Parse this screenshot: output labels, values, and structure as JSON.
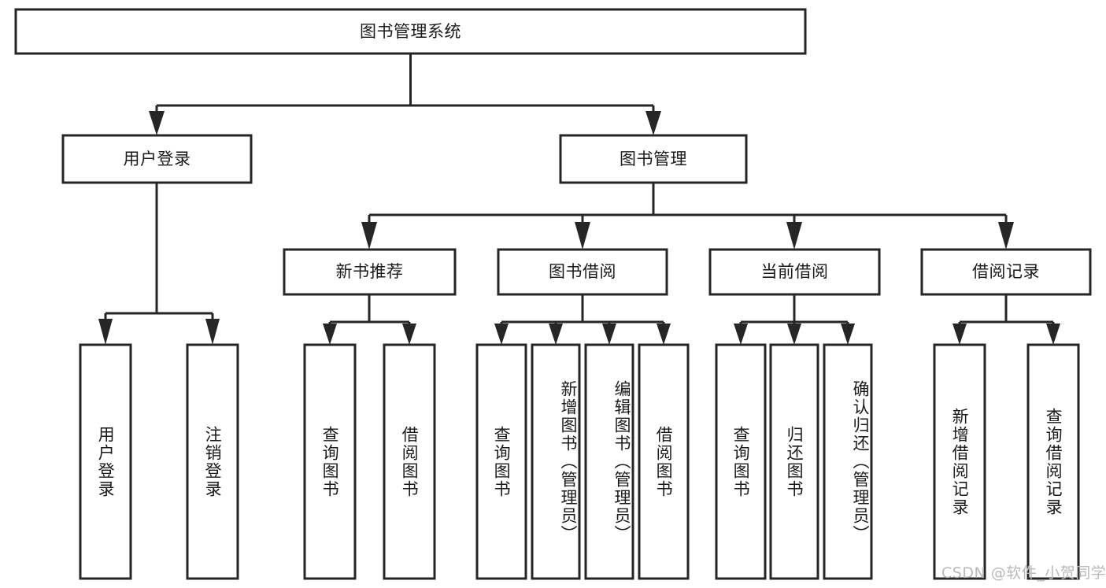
{
  "diagram": {
    "title": "图书管理系统",
    "watermark": "CSDN @软件_小贺同学",
    "colors": {
      "box_stroke": "#262626",
      "box_fill": "#ffffff",
      "text": "#1a1a1a",
      "watermark": "#b9b9b9",
      "background": "#ffffff"
    },
    "levels": {
      "root": {
        "label": "图书管理系统"
      },
      "level2": [
        {
          "id": "user-login",
          "label": "用户登录"
        },
        {
          "id": "book-management",
          "label": "图书管理"
        }
      ],
      "level3": [
        {
          "id": "new-book-recommend",
          "label": "新书推荐"
        },
        {
          "id": "book-borrow",
          "label": "图书借阅"
        },
        {
          "id": "current-borrow",
          "label": "当前借阅"
        },
        {
          "id": "borrow-record",
          "label": "借阅记录"
        }
      ],
      "leaves": {
        "user-login": [
          {
            "id": "leaf-user-login",
            "label": "用户登录"
          },
          {
            "id": "leaf-logout-login",
            "label": "注销登录"
          }
        ],
        "new-book-recommend": [
          {
            "id": "leaf-query-book-1",
            "label": "查询图书"
          },
          {
            "id": "leaf-borrow-book-1",
            "label": "借阅图书"
          }
        ],
        "book-borrow": [
          {
            "id": "leaf-query-book-2",
            "label": "查询图书"
          },
          {
            "id": "leaf-add-book",
            "label": "新增图书（管理员）"
          },
          {
            "id": "leaf-edit-book",
            "label": "编辑图书（管理员）"
          },
          {
            "id": "leaf-borrow-book-2",
            "label": "借阅图书"
          }
        ],
        "current-borrow": [
          {
            "id": "leaf-query-book-3",
            "label": "查询图书"
          },
          {
            "id": "leaf-return-book",
            "label": "归还图书"
          },
          {
            "id": "leaf-confirm-return",
            "label": "确认归还（管理员）"
          }
        ],
        "borrow-record": [
          {
            "id": "leaf-add-record",
            "label": "新增借阅记录"
          },
          {
            "id": "leaf-query-record",
            "label": "查询借阅记录"
          }
        ]
      }
    }
  }
}
